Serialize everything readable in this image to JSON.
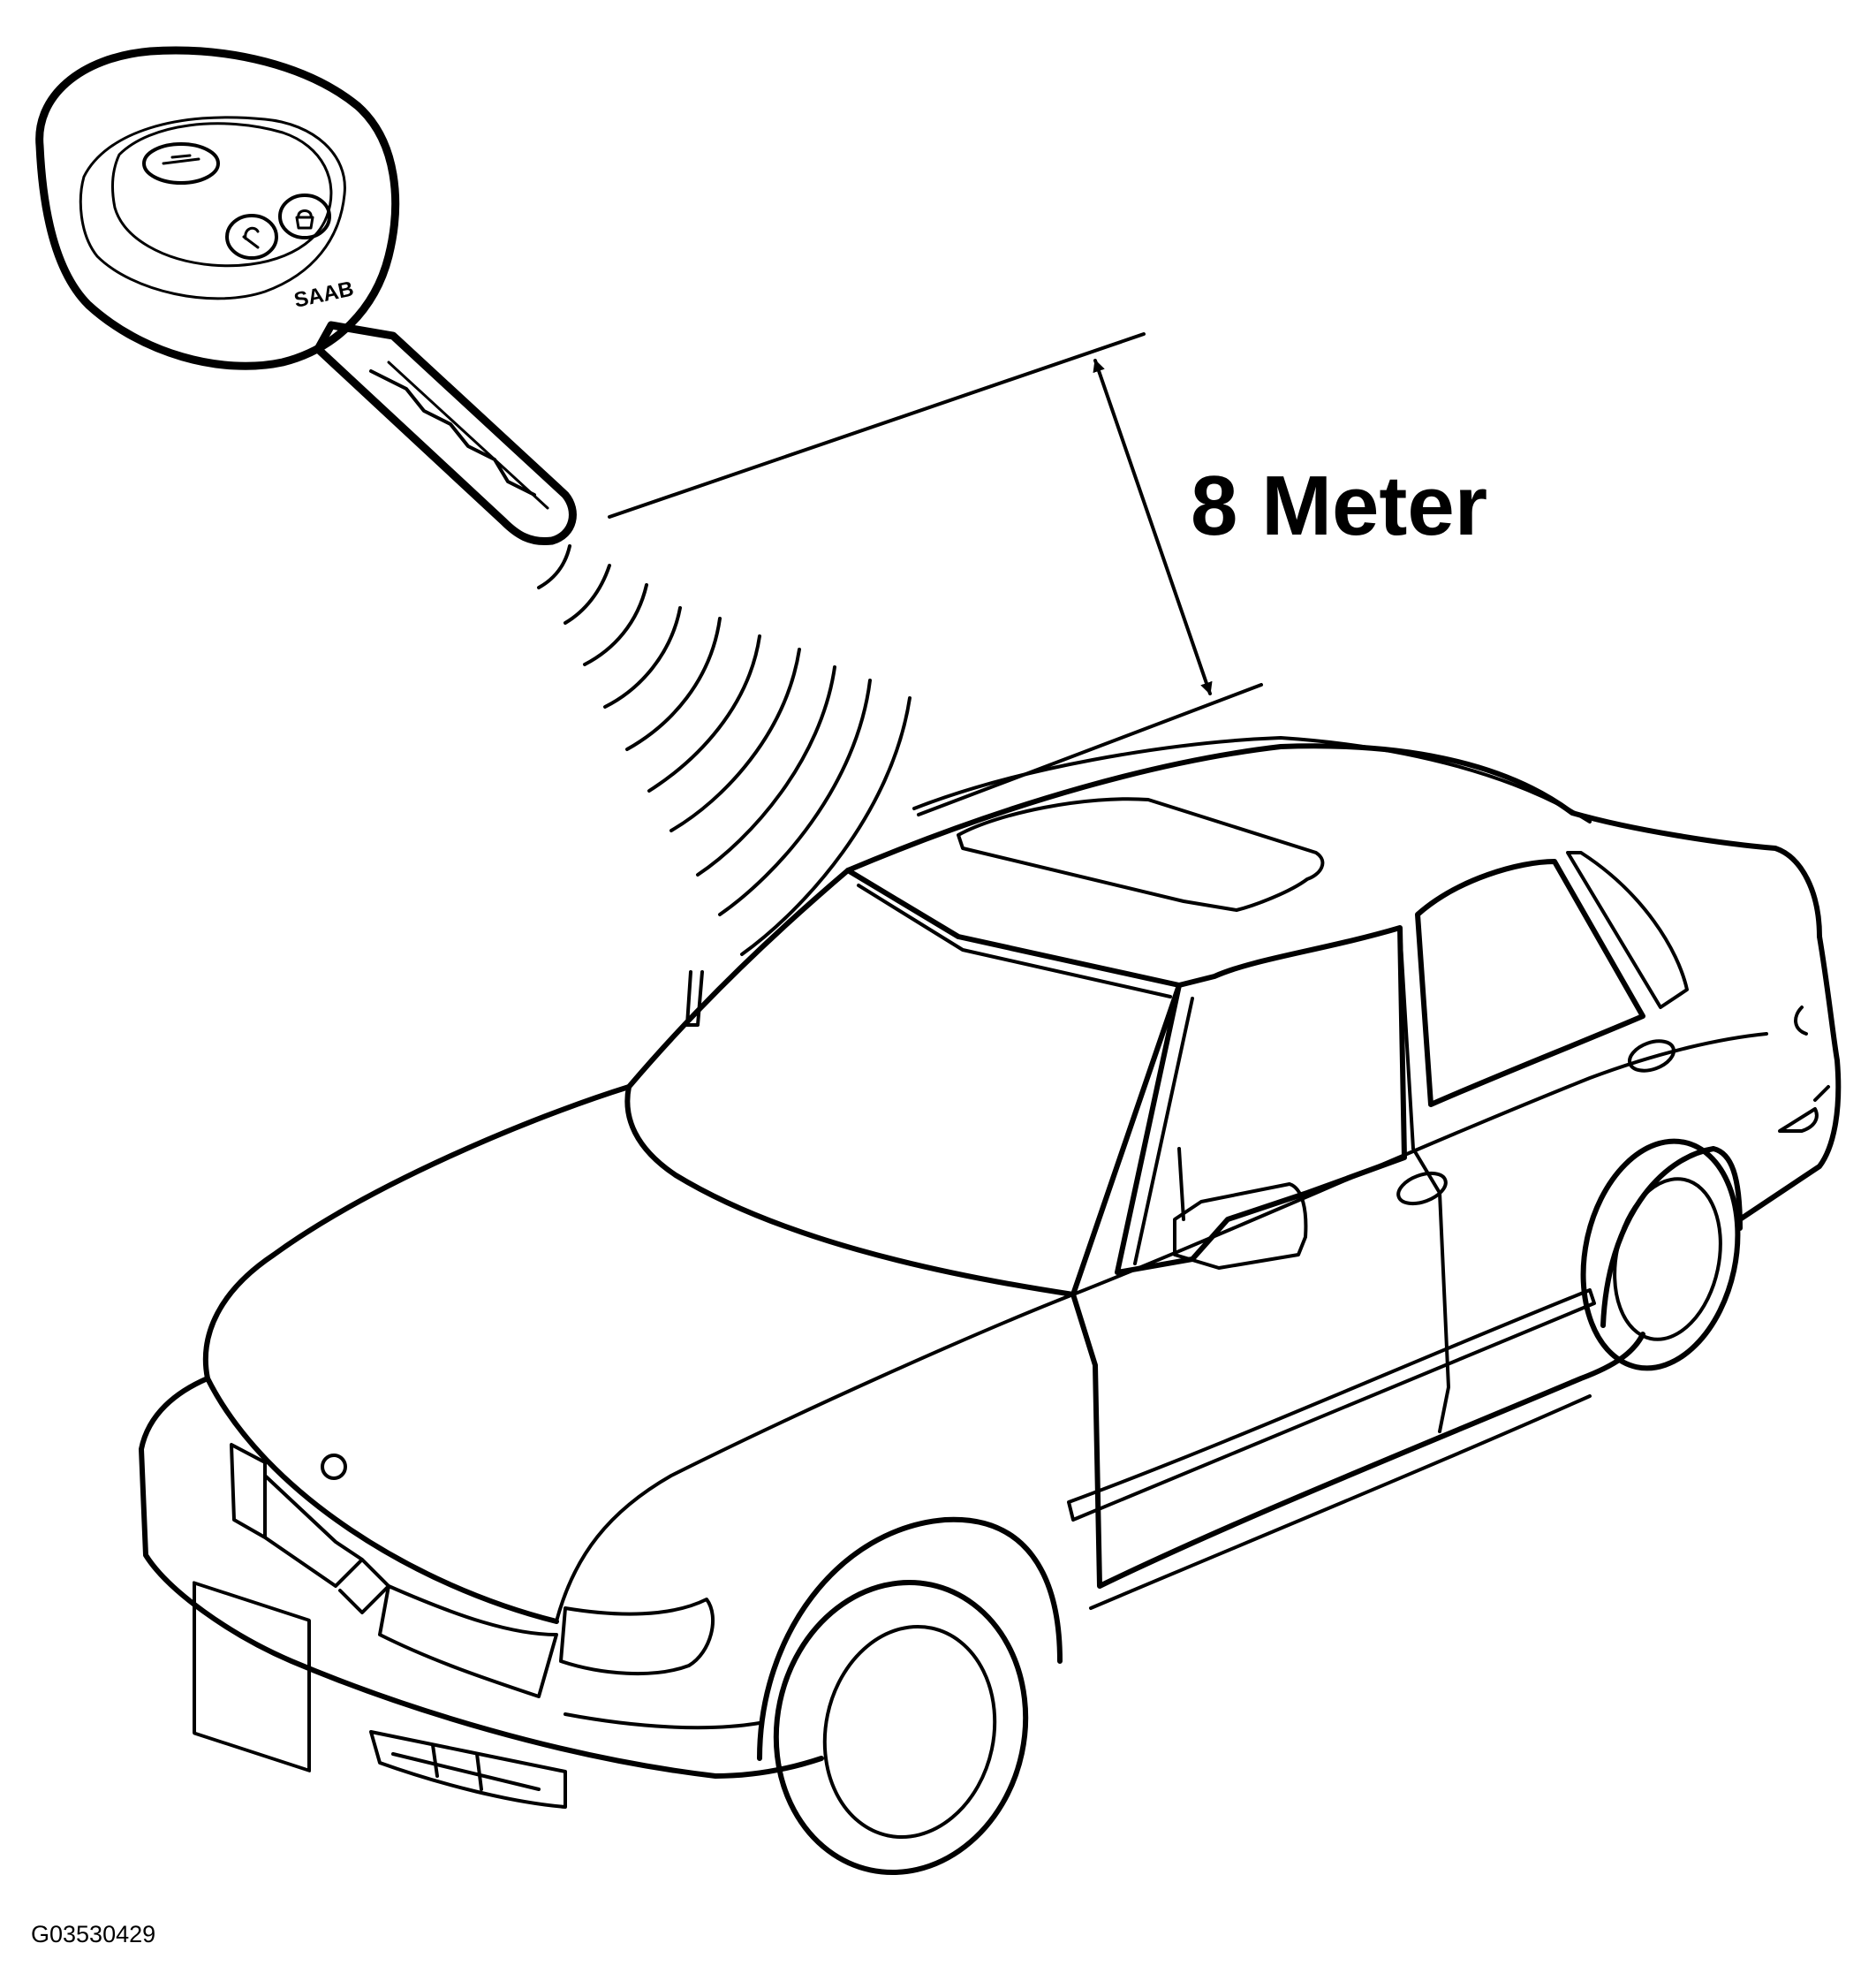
{
  "diagram": {
    "distance_label": "8 Meter",
    "figure_id": "G03530429",
    "brand_mark": "SAAB",
    "ink_color": "#000000",
    "background_color": "#ffffff"
  }
}
